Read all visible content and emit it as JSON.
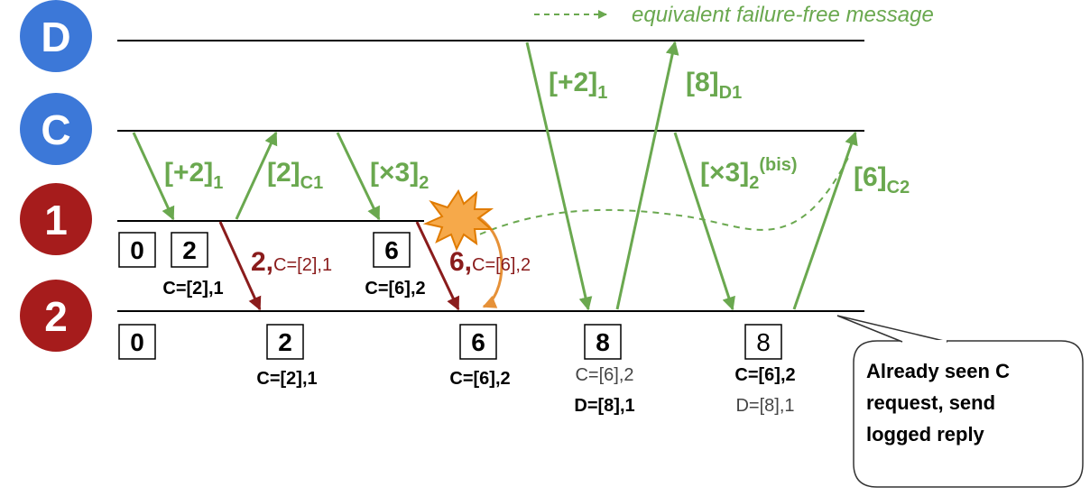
{
  "lanes": [
    {
      "label": "D",
      "color": "#3c78d8"
    },
    {
      "label": "C",
      "color": "#3c78d8"
    },
    {
      "label": "1",
      "color": "#a61c1c"
    },
    {
      "label": "2",
      "color": "#a61c1c"
    }
  ],
  "legend": {
    "text": "equivalent failure-free message"
  },
  "green_labels": [
    {
      "main": "[+2]",
      "sub": "1"
    },
    {
      "main": "[2]",
      "sub": "C1"
    },
    {
      "main": "[×3]",
      "sub": "2"
    },
    {
      "main": "[+2]",
      "sub": "1"
    },
    {
      "main": "[8]",
      "sub": "D1"
    },
    {
      "main": "[×3]",
      "sub": "2",
      "sup": "(bis)"
    },
    {
      "main": "[6]",
      "sub": "C2"
    }
  ],
  "red_labels": [
    {
      "big": "2,",
      "small": "C=[2],1"
    },
    {
      "big": "6,",
      "small": "C=[6],2"
    }
  ],
  "server1": {
    "boxes": [
      "0",
      "2",
      "6"
    ],
    "states": [
      "C=[2],1",
      "C=[6],2"
    ]
  },
  "server2": {
    "boxes": [
      "0",
      "2",
      "6",
      "8",
      "8"
    ],
    "states": {
      "s2": "C=[2],1",
      "s6": "C=[6],2",
      "s8a_line1": "C=[6],2",
      "s8a_line2": "D=[8],1",
      "s8b_line1": "C=[6],2",
      "s8b_line2": "D=[8],1"
    }
  },
  "callout": {
    "lines": [
      "Already seen C",
      "request, send",
      "logged reply"
    ]
  },
  "colors": {
    "green": "#6aa84f",
    "dark_red": "#8a1c1c",
    "orange": "#e69138",
    "blue_lane": "#3c78d8",
    "red_lane": "#a61c1c"
  }
}
